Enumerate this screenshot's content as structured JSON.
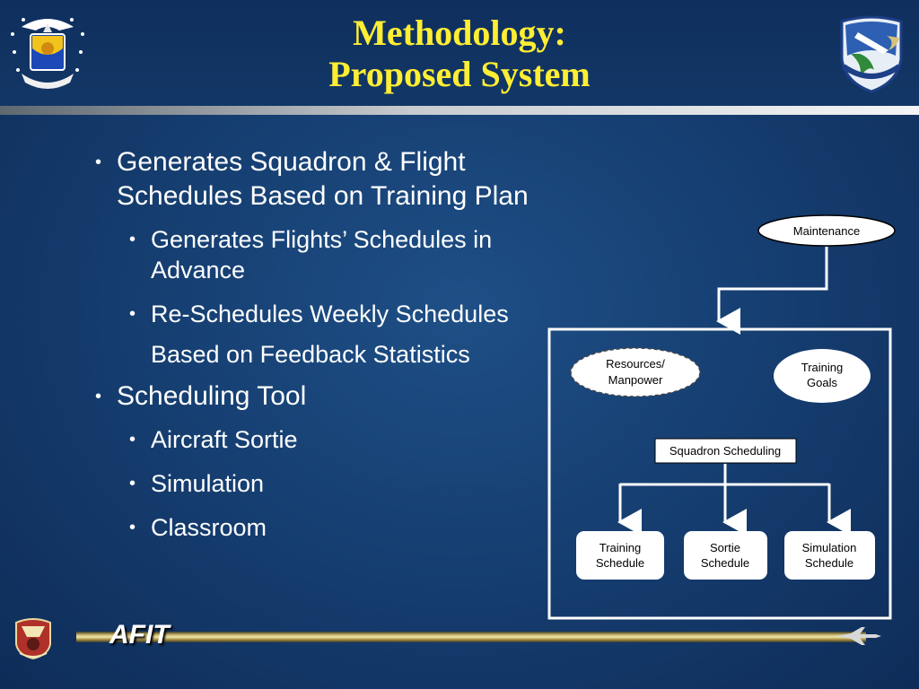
{
  "title": {
    "line1": "Methodology:",
    "line2": "Proposed System"
  },
  "bullets": [
    {
      "text": "Generates Squadron & Flight Schedules Based on Training Plan",
      "sub": [
        "Generates Flights’ Schedules in Advance",
        "Re-Schedules Weekly Schedules",
        "Based on Feedback Statistics"
      ]
    },
    {
      "text": "Scheduling Tool",
      "sub": [
        "Aircraft Sortie",
        "Simulation",
        "Classroom"
      ]
    }
  ],
  "diagram": {
    "maintenance": "Maintenance",
    "resources_line1": "Resources/",
    "resources_line2": "Manpower",
    "training_goals_line1": "Training",
    "training_goals_line2": "Goals",
    "squadron_scheduling": "Squadron Scheduling",
    "training_schedule_line1": "Training",
    "training_schedule_line2": "Schedule",
    "sortie_schedule_line1": "Sortie",
    "sortie_schedule_line2": "Schedule",
    "simulation_schedule_line1": "Simulation",
    "simulation_schedule_line2": "Schedule"
  },
  "footer": {
    "label": "AFIT"
  },
  "colors": {
    "title": "#ffee33",
    "text": "#ffffff",
    "background": "#163f72"
  }
}
